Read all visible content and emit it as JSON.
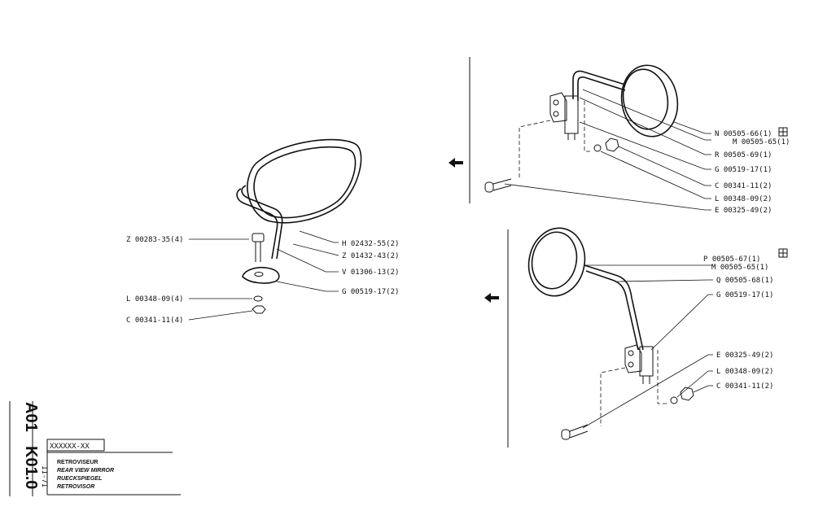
{
  "left_assembly": {
    "labels": [
      "Z 00283-35(4)",
      "H 02432-55(2)",
      "Z 01432-43(2)",
      "V 01306-13(2)",
      "G 00519-17(2)",
      "L 00348-09(4)",
      "C 00341-11(4)"
    ]
  },
  "top_right_assembly": {
    "labels": [
      "N 00505-66(1)",
      "M 00505-65(1)",
      "R 00505-69(1)",
      "G 00519-17(1)",
      "C 00341-11(2)",
      "L 00348-09(2)",
      "E 00325-49(2)"
    ]
  },
  "bottom_right_assembly": {
    "labels": [
      "P 00505-67(1)",
      "M 00505-65(1)",
      "Q 00505-68(1)",
      "G 00519-17(1)",
      "E 00325-49(2)",
      "L 00348-09(2)",
      "C 00341-11(2)"
    ]
  },
  "title_block": {
    "doc_code_1": "A01",
    "doc_code_2": "K01.0",
    "date": "11-71",
    "ref": "XXXXXX-XX",
    "title_fr": "RETROVISEUR",
    "title_en": "REAR VIEW MIRROR",
    "title_de": "RUECKSPIEGEL",
    "title_es": "RETROVISOR"
  },
  "icons": [
    "arrow-left-icon",
    "arrow-left-icon",
    "box-symbol-icon",
    "box-symbol-icon"
  ]
}
